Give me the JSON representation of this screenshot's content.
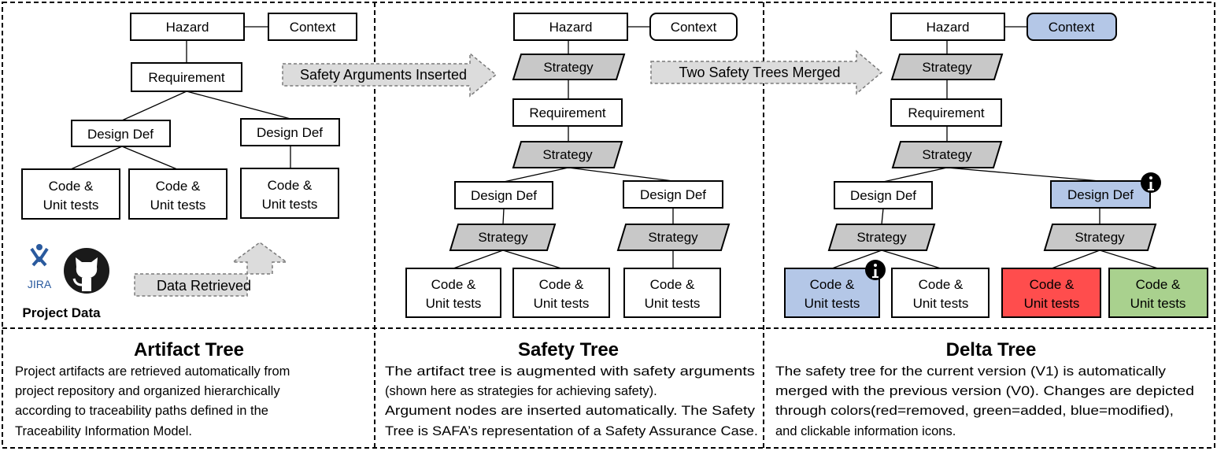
{
  "labels": {
    "hazard": "Hazard",
    "context": "Context",
    "requirement": "Requirement",
    "strategy": "Strategy",
    "design_def": "Design Def",
    "code_line1": "Code &",
    "code_line2": "Unit tests"
  },
  "arrows": {
    "inserted": "Safety Arguments Inserted",
    "merged": "Two Safety Trees Merged",
    "retrieved": "Data Retrieved"
  },
  "project_data": {
    "jira": "JIRA",
    "label": "Project Data"
  },
  "colors": {
    "strategy_fill": "#c8c8c8",
    "modified_blue": "#b4c7e7",
    "removed_red": "#ff4d4d",
    "added_green": "#a9d18e",
    "arrow_fill": "#dcdcdc",
    "github_dark": "#1a1a1a",
    "jira_blue": "#2a5a9e"
  },
  "panels": [
    {
      "title": "Artifact Tree",
      "lines": [
        "Project artifacts are retrieved automatically from",
        "project repository and organized hierarchically",
        "according to traceability paths defined in the",
        "Traceability Information Model."
      ]
    },
    {
      "title": "Safety Tree",
      "lines": [
        "The artifact tree is augmented with safety arguments",
        "(shown here as strategies for achieving safety).",
        "Argument nodes are inserted automatically.  The Safety",
        "Tree is SAFA’s representation of a Safety Assurance Case."
      ]
    },
    {
      "title": "Delta Tree",
      "lines": [
        "The safety tree for the current version (V1) is automatically",
        "merged with the previous version (V0).  Changes are depicted",
        "through colors(red=removed, green=added, blue=modified),",
        "and clickable information icons."
      ]
    }
  ]
}
